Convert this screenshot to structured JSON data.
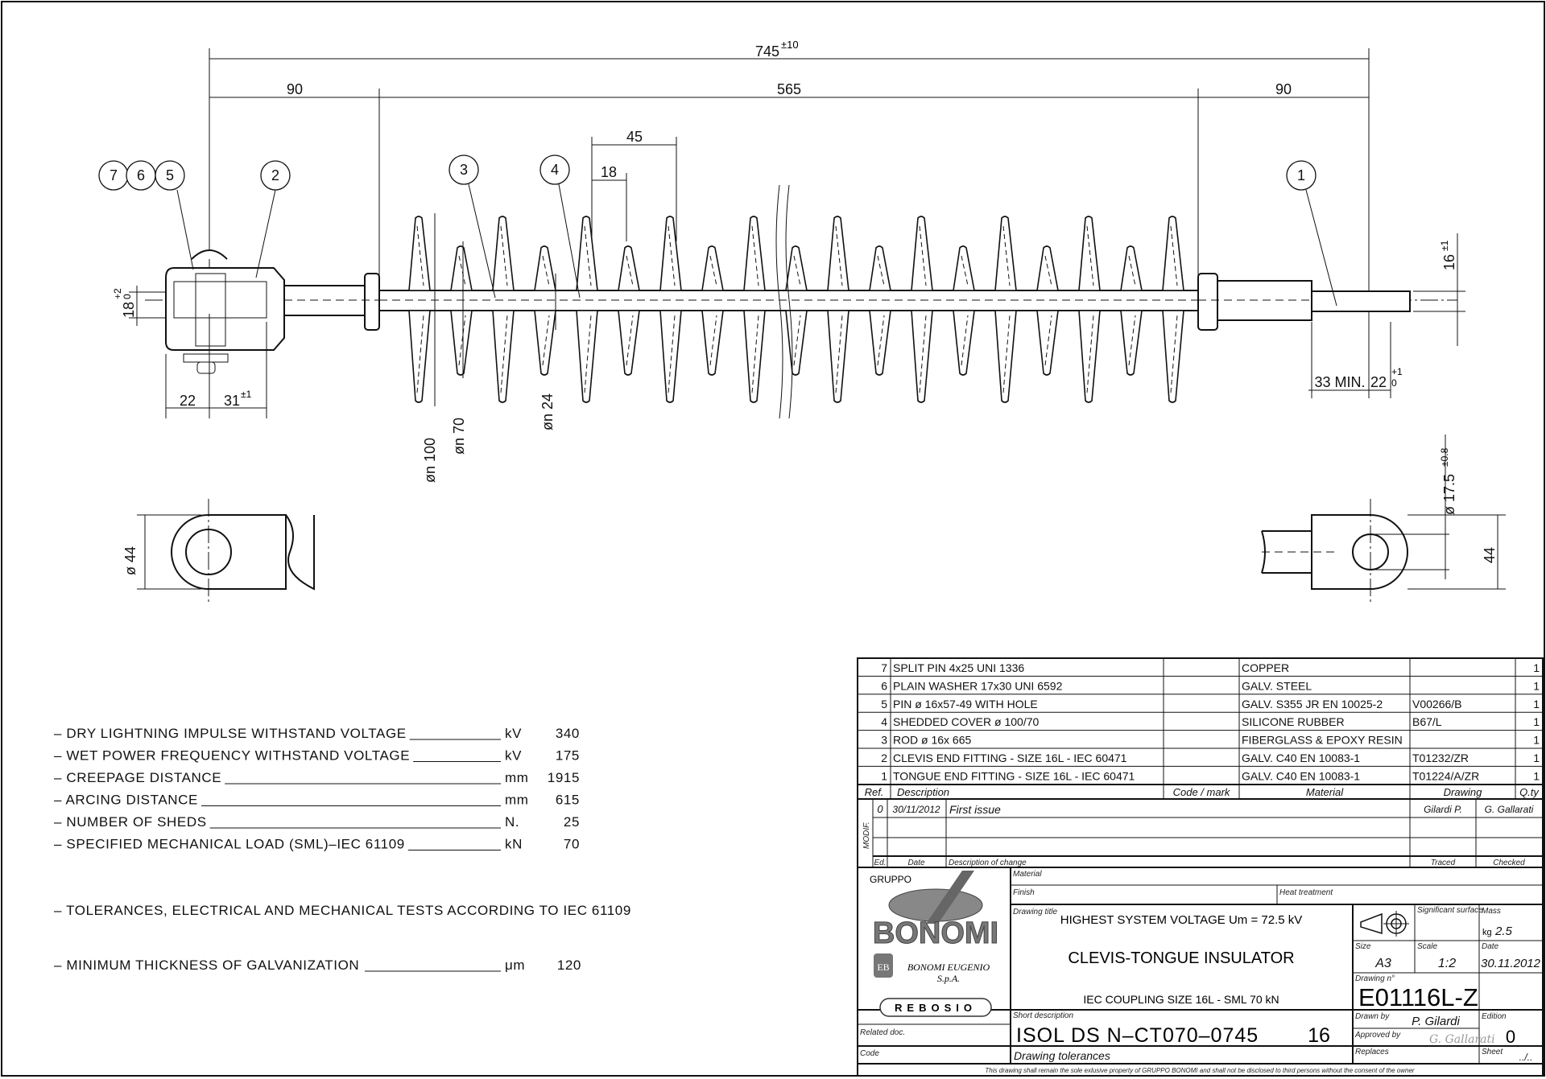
{
  "dimensions": {
    "overall": "745",
    "overall_tol": "±10",
    "left_fitting": "90",
    "insulating_length": "565",
    "right_fitting": "90",
    "shed_pitch": "45",
    "shed_thickness": "18",
    "dia_large_shed": "øn 100",
    "dia_small_shed": "øn 70",
    "dia_core": "øn 24",
    "clevis_gap": "18",
    "clevis_gap_tol_upper": "+2",
    "clevis_gap_tol_lower": "0",
    "clevis_22": "22",
    "clevis_31": "31",
    "clevis_31_tol": "±1",
    "tongue_33": "33  MIN.",
    "tongue_22": "22",
    "tongue_22_tol_upper": "+1",
    "tongue_22_tol_lower": "0",
    "tongue_16": "16",
    "tongue_16_tol": "±1",
    "tongue_hole": "ø 17.5",
    "tongue_hole_tol": "±0.8",
    "clevis_dia": "ø 44",
    "tongue_width": "44"
  },
  "balloons": [
    "7",
    "6",
    "5",
    "2",
    "3",
    "4",
    "1"
  ],
  "specs": [
    {
      "label": "–  DRY  LIGHTNING  IMPULSE  WITHSTAND  VOLTAGE",
      "unit": "kV",
      "value": "340"
    },
    {
      "label": "–  WET  POWER  FREQUENCY  WITHSTAND  VOLTAGE",
      "unit": "kV",
      "value": "175"
    },
    {
      "label": "–  CREEPAGE  DISTANCE",
      "unit": "mm",
      "value": "1915"
    },
    {
      "label": "–  ARCING  DISTANCE",
      "unit": "mm",
      "value": "615"
    },
    {
      "label": "–  NUMBER  OF  SHEDS",
      "unit": "N.",
      "value": "25"
    },
    {
      "label": "–  SPECIFIED  MECHANICAL  LOAD  (SML)–IEC  61109",
      "unit": "kN",
      "value": "70"
    }
  ],
  "notes": {
    "tolerances": "–  TOLERANCES,  ELECTRICAL  AND  MECHANICAL  TESTS  ACCORDING  TO  IEC  61109",
    "galv_label": "–  MINIMUM  THICKNESS  OF  GALVANIZATION",
    "galv_unit": "μm",
    "galv_value": "120"
  },
  "parts": [
    {
      "ref": "7",
      "description": "SPLIT PIN 4x25 UNI 1336",
      "code": "",
      "material": "COPPER",
      "drawing": "",
      "qty": "1"
    },
    {
      "ref": "6",
      "description": "PLAIN WASHER 17x30 UNI 6592",
      "code": "",
      "material": "GALV. STEEL",
      "drawing": "",
      "qty": "1"
    },
    {
      "ref": "5",
      "description": "PIN ø 16x57-49 WITH HOLE",
      "code": "",
      "material": "GALV. S355 JR EN 10025-2",
      "drawing": "V00266/B",
      "qty": "1"
    },
    {
      "ref": "4",
      "description": "SHEDDED COVER ø 100/70",
      "code": "",
      "material": "SILICONE RUBBER",
      "drawing": "B67/L",
      "qty": "1"
    },
    {
      "ref": "3",
      "description": "ROD ø 16x 665",
      "code": "",
      "material": "FIBERGLASS & EPOXY RESIN",
      "drawing": "",
      "qty": "1"
    },
    {
      "ref": "2",
      "description": "CLEVIS END FITTING - SIZE 16L - IEC 60471",
      "code": "",
      "material": "GALV. C40 EN 10083-1",
      "drawing": "T01232/ZR",
      "qty": "1"
    },
    {
      "ref": "1",
      "description": "TONGUE END FITTING - SIZE 16L - IEC 60471",
      "code": "",
      "material": "GALV. C40 EN 10083-1",
      "drawing": "T01224/A/ZR",
      "qty": "1"
    }
  ],
  "parts_header": {
    "ref": "Ref.",
    "description": "Description",
    "code": "Code / mark",
    "material": "Material",
    "drawing": "Drawing",
    "qty": "Q.ty"
  },
  "modifications": {
    "side_label": "MODIF.",
    "rows": [
      {
        "ed": "0",
        "date": "30/11/2012",
        "change": "First issue",
        "traced": "Gilardi P.",
        "checked": "G. Gallarati"
      }
    ],
    "header": {
      "ed": "Ed.",
      "date": "Date",
      "change": "Description of change",
      "traced": "Traced",
      "checked": "Checked"
    }
  },
  "title_block": {
    "logo_group": "GRUPPO",
    "logo_name": "BONOMI",
    "logo_sub1": "BONOMI EUGENIO",
    "logo_sub2": "S.p.A.",
    "logo_rebosio": "REBOSIO",
    "logo_monogram": "EB",
    "material_label": "Material",
    "finish_label": "Finish",
    "heat_label": "Heat treatment",
    "drawing_title_label": "Drawing title",
    "title_line1": "HIGHEST SYSTEM VOLTAGE Um = 72.5 kV",
    "title_line2": "CLEVIS-TONGUE INSULATOR",
    "title_line3": "IEC COUPLING SIZE 16L - SML 70 kN",
    "significant_label": "Significant surface",
    "mass_label": "Mass",
    "mass_unit": "kg",
    "mass_value": "2.5",
    "size_label": "Size",
    "size_value": "A3",
    "scale_label": "Scale",
    "scale_value": "1:2",
    "date_label": "Date",
    "date_value": "30.11.2012",
    "drawing_no_label": "Drawing n°",
    "drawing_no": "E01116L-Z",
    "short_desc_label": "Short description",
    "short_desc": "ISOL  DS  N–CT070–0745",
    "short_desc_num": "16",
    "related_label": "Related doc.",
    "code_label": "Code",
    "tolerances_label": "Drawing tolerances",
    "drawn_label": "Drawn by",
    "drawn_value": "P. Gilardi",
    "approved_label": "Approved by",
    "approved_value": "G. Gallarati",
    "edition_label": "Edition",
    "edition_value": "0",
    "replaces_label": "Replaces",
    "sheet_label": "Sheet",
    "sheet_value": "../..",
    "footer": "This drawing shall remain the sole exlusive property of GRUPPO BONOMI and shall not be disclosed to third persons without the consent of the owner"
  }
}
